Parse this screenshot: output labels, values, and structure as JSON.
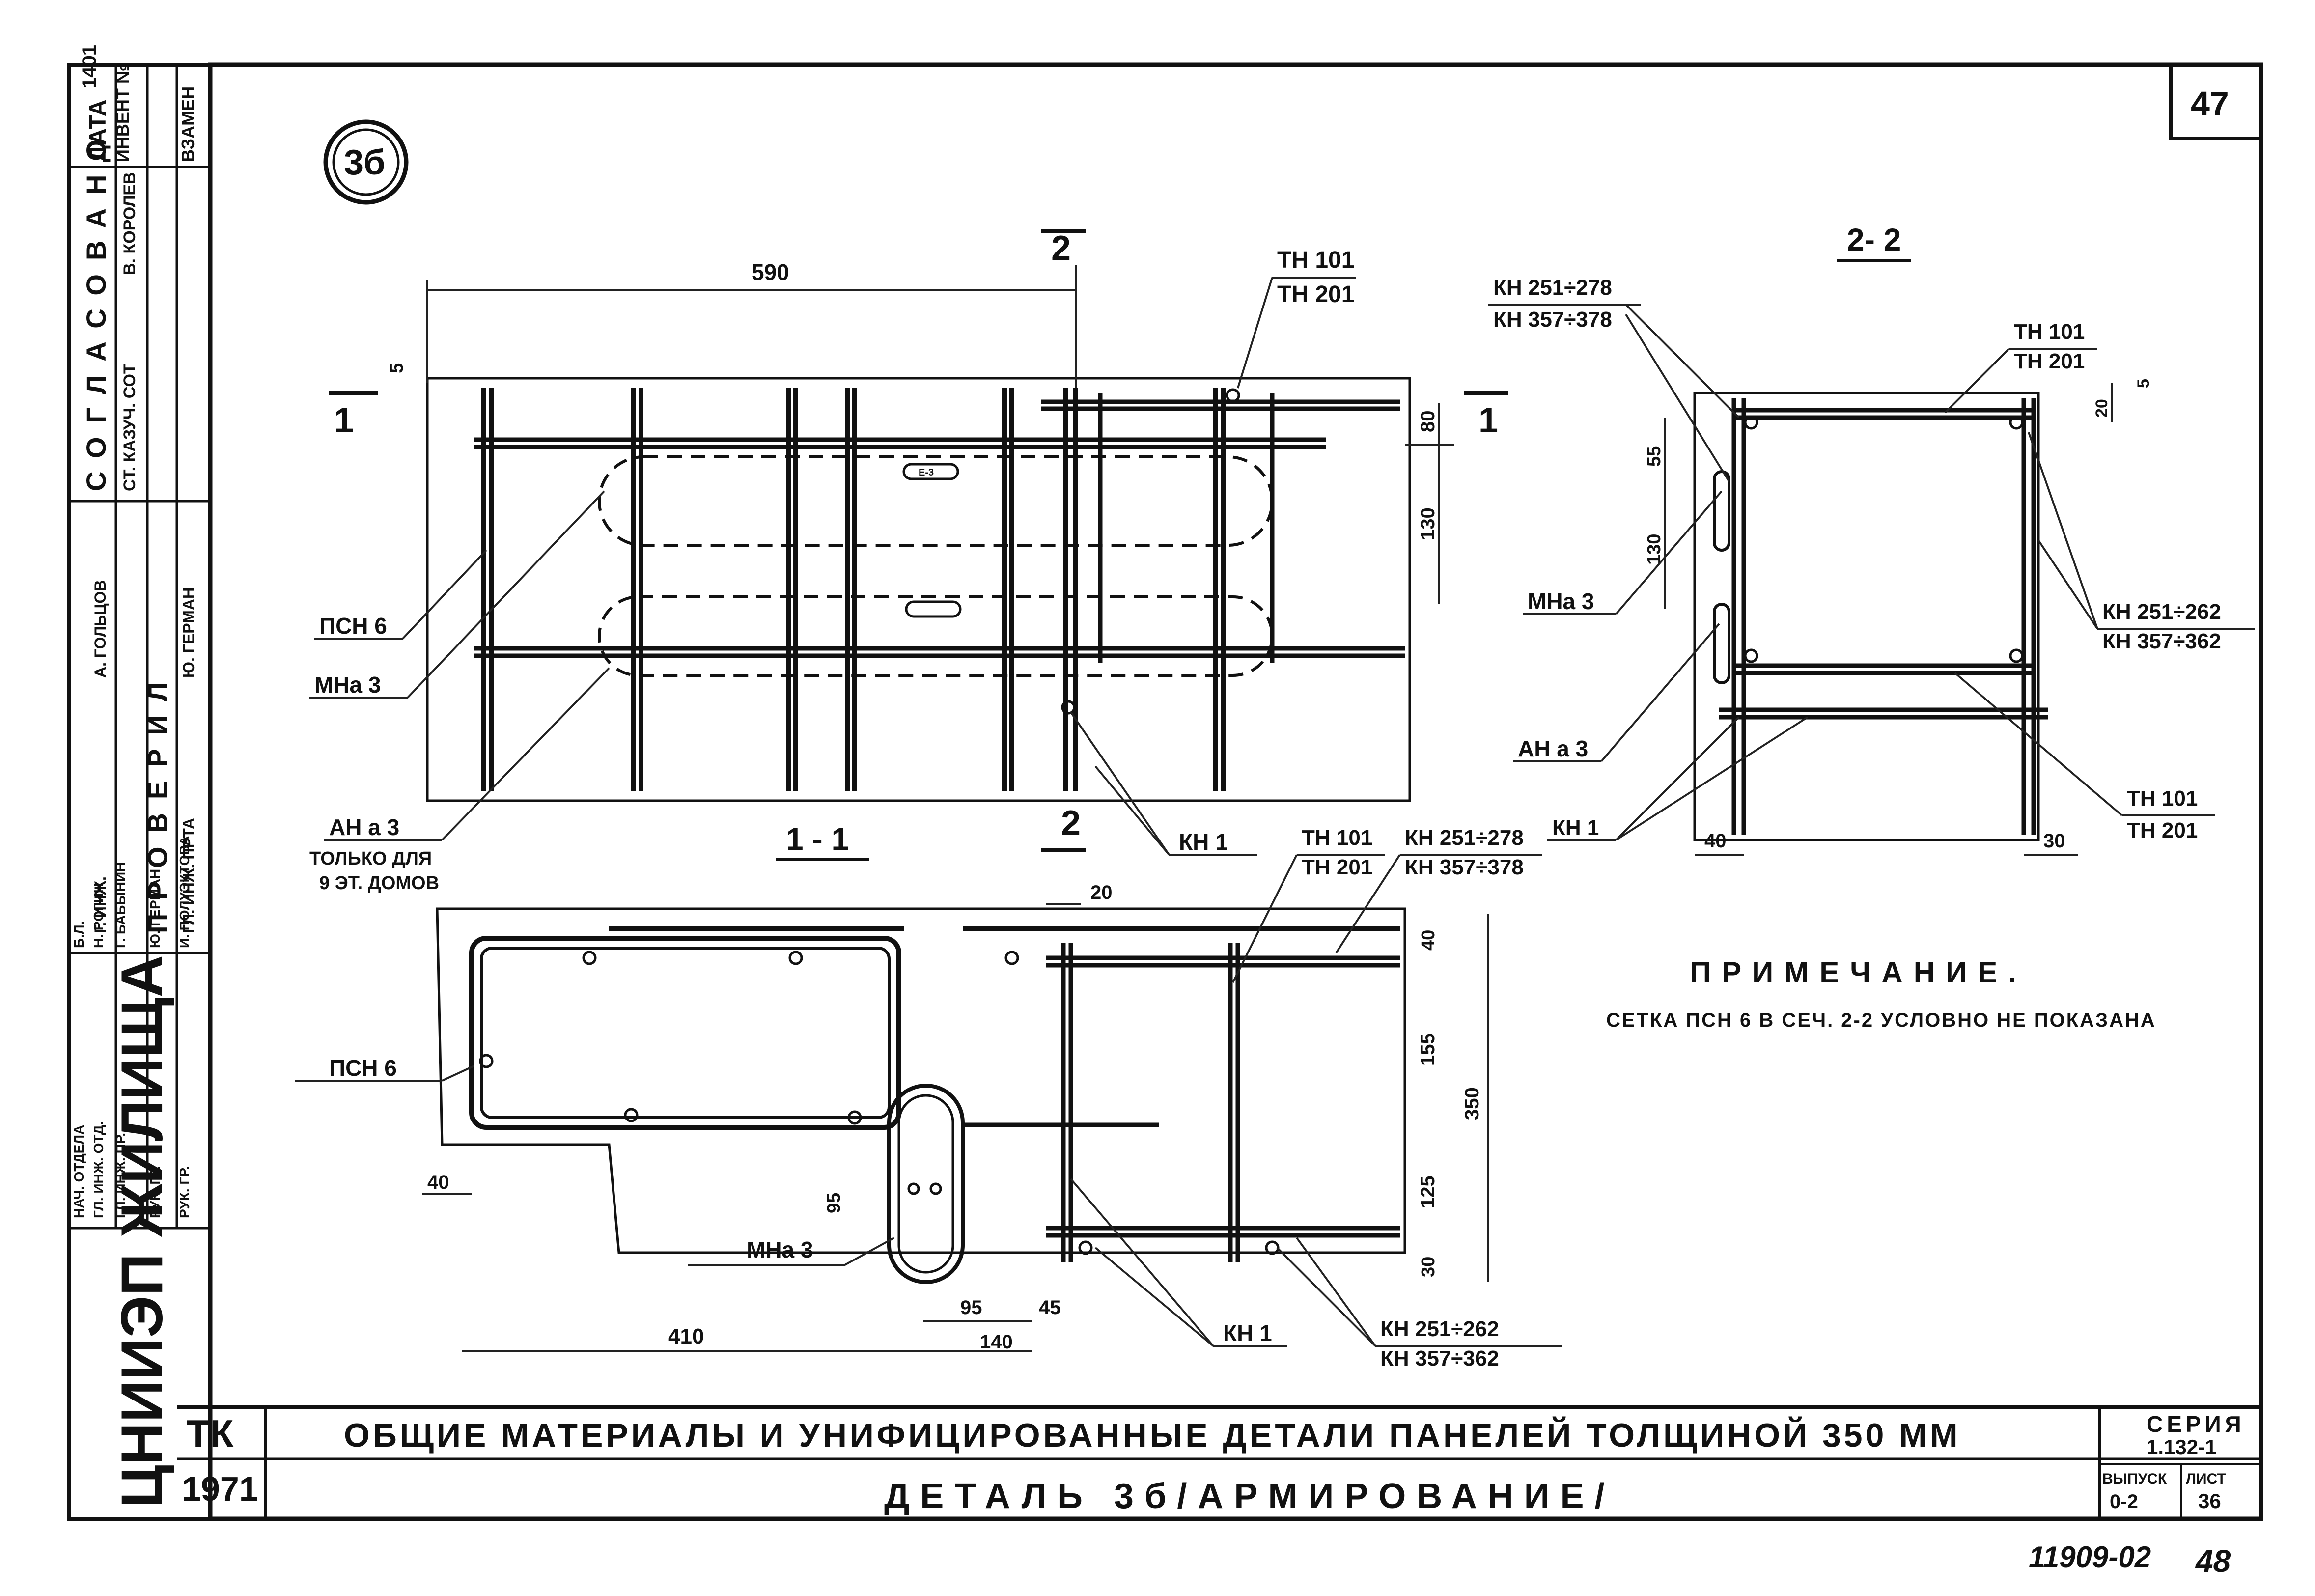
{
  "sheet": {
    "number": "47",
    "detail_mark": "3б",
    "handwritten_top": "1401",
    "bottom_stamp": "11909-02",
    "bottom_page": "48"
  },
  "sections": {
    "s11": "1 - 1",
    "s22": "2- 2",
    "cut1": "1",
    "cut2": "2"
  },
  "dimensions": {
    "d590": "590",
    "d5": "5",
    "d80": "80",
    "d130": "130",
    "d55": "55",
    "d130b": "130",
    "d20": "20",
    "d5b": "5",
    "d40": "40",
    "d30": "30",
    "p20": "20",
    "p40": "40",
    "p155": "155",
    "p350": "350",
    "p125": "125",
    "p30": "30",
    "p95v": "95",
    "p40h": "40",
    "p410": "410",
    "p95": "95",
    "p45": "45",
    "p140": "140"
  },
  "labels": {
    "tn101": "ТН 101",
    "tn201": "ТН 201",
    "psn6": "ПСН 6",
    "mna3": "МНа 3",
    "ana3": "АН а 3",
    "ana3_note1": "ТОЛЬКО ДЛЯ",
    "ana3_note2": "9 ЭТ. ДОМОВ",
    "kn1": "КН 1",
    "kn251_278": "КН 251÷278",
    "kn357_378": "КН 357÷378",
    "kn251_262": "КН 251÷262",
    "kn357_362": "КН 357÷362",
    "bar_tag": "Е-3"
  },
  "note": {
    "title": "ПРИМЕЧАНИЕ.",
    "text": "СЕТКА ПСН 6 В СЕЧ. 2-2 УСЛОВНО НЕ ПОКАЗАНА"
  },
  "title_block": {
    "org_code": "ТК",
    "year": "1971",
    "title_line1": "ОБЩИЕ МАТЕРИАЛЫ И УНИФИЦИРОВАННЫЕ ДЕТАЛИ ПАНЕЛЕЙ ТОЛЩИНОЙ 350 ММ",
    "title_line2": "ДЕТАЛЬ 3б/АРМИРОВАНИЕ/",
    "series_label": "СЕРИЯ",
    "series_value": "1.132-1",
    "issue_label": "ВЫПУСК",
    "issue_value": "0-2",
    "sheet_label": "ЛИСТ",
    "sheet_value": "36",
    "institute": "ЦНИИЭП ЖИЛИЩА"
  },
  "side_stamp": {
    "agreed": "СОГЛАСОВАНО",
    "checked": "ПРОВЕРИЛ",
    "date_col": "ДАТА",
    "inv_col": "ИНВЕНТ №",
    "replace_col": "ВЗАМЕН",
    "rows": [
      {
        "role": "НАЧ. ОТДЕЛА",
        "name": "Б.Л."
      },
      {
        "role": "ГЛ. ИНЖ. ОТД.",
        "name": "Н. РОГИН"
      },
      {
        "role": "ГЛ. ИНЖ. ПР.",
        "name": "Г. БАБЫНИН"
      },
      {
        "role": "РУК. ГР.",
        "name": "Ю. ГЕРМАН"
      },
      {
        "role": "РУК. ГР.",
        "name": "И. ПОЛУЭКТОВА"
      }
    ],
    "agreed_rows": [
      "СТ. КАЗУЧ. СОТ",
      "В. КОРОЛЕВ"
    ],
    "checked_rows": [
      "Г. ИНЖ.",
      "А. ГОЛЬЦОВ",
      "ГЛ. ИНЖ. ПРТА",
      "Ю. ГЕРМАН"
    ]
  }
}
